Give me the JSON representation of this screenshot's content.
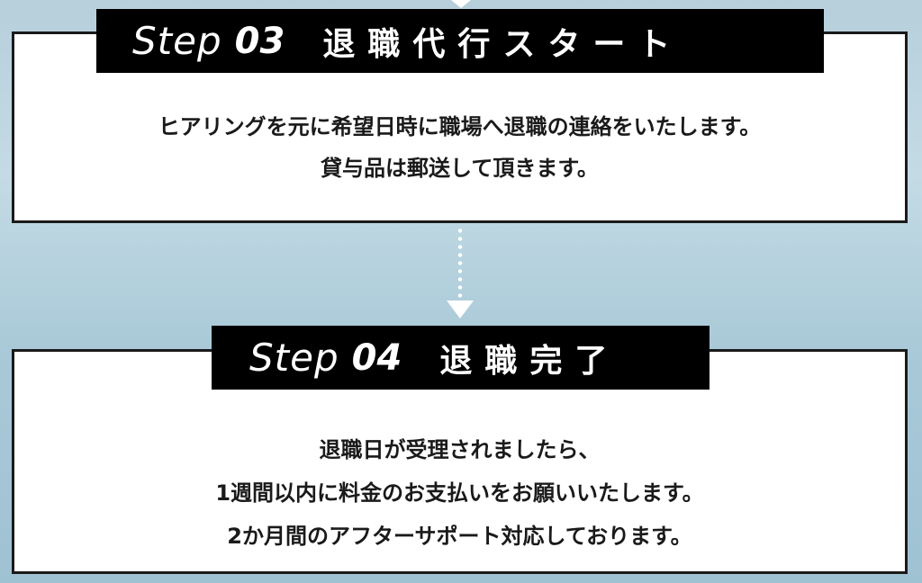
{
  "step3": {
    "step_word": "Step",
    "step_num": "03",
    "title": "退職代行スタート",
    "lines": [
      "ヒアリングを元に希望日時に職場へ退職の連絡をいたします。",
      "貸与品は郵送して頂きます。"
    ]
  },
  "step4": {
    "step_word": "Step",
    "step_num": "04",
    "title": "退職完了",
    "lines": [
      "退職日が受理されましたら、",
      "1週間以内に料金のお支払いをお願いいたします。",
      "2か月間のアフターサポート対応しております。"
    ]
  },
  "colors": {
    "banner_bg": "#000000",
    "card_bg": "#ffffff",
    "card_border": "#1a1a1a",
    "text": "#1a1a1a"
  },
  "icons": {
    "top_arrow": "down-triangle-icon",
    "connector": "dotted-line",
    "mid_arrow": "down-triangle-icon"
  }
}
